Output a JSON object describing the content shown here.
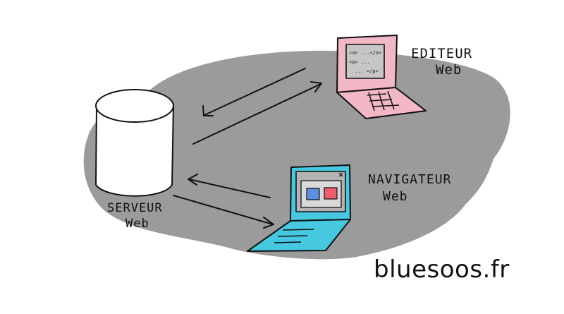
{
  "labels": {
    "server_line1": "SERVEUR",
    "server_line2": "Web",
    "editor_line1": "EDITEUR",
    "editor_line2": "Web",
    "browser_line1": "NAVIGATEUR",
    "browser_line2": "Web"
  },
  "editor_code": {
    "line1": "<a> ...</a>",
    "line2": "<p> ...",
    "line3": "... </p>"
  },
  "credit": "bluesoos.fr",
  "colors": {
    "blob": "#9b9b9b",
    "editor_laptop": "#f2b8c6",
    "browser_laptop": "#45c8e0",
    "tab_blue": "#5b8fe0",
    "tab_red": "#ee5d6c",
    "screen_gray": "#a8a8a8",
    "ink": "#111111"
  }
}
